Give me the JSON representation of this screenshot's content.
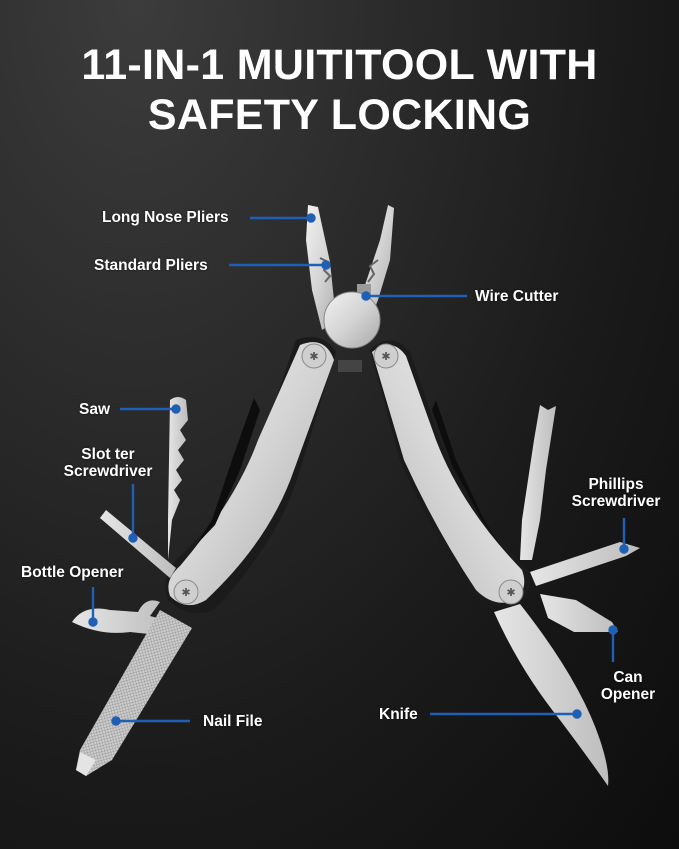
{
  "title": {
    "line1": "11-IN-1 MUITITOOL WITH",
    "line2": "SAFETY LOCKING"
  },
  "accent_color": "#1f5fb4",
  "background": {
    "top": "#3c3c3c",
    "bottom": "#0d0d0d"
  },
  "callouts": {
    "long_nose_pliers": "Long Nose Pliers",
    "standard_pliers": "Standard Pliers",
    "wire_cutter": "Wire Cutter",
    "saw": "Saw",
    "slot_screwdriver_line1": "Slot ter",
    "slot_screwdriver_line2": "Screwdriver",
    "bottle_opener": "Bottle Opener",
    "nail_file": "Nail File",
    "phillips_line1": "Phillips",
    "phillips_line2": "Screwdriver",
    "can_opener_line1": "Can",
    "can_opener_line2": "Opener",
    "knife": "Knife"
  }
}
